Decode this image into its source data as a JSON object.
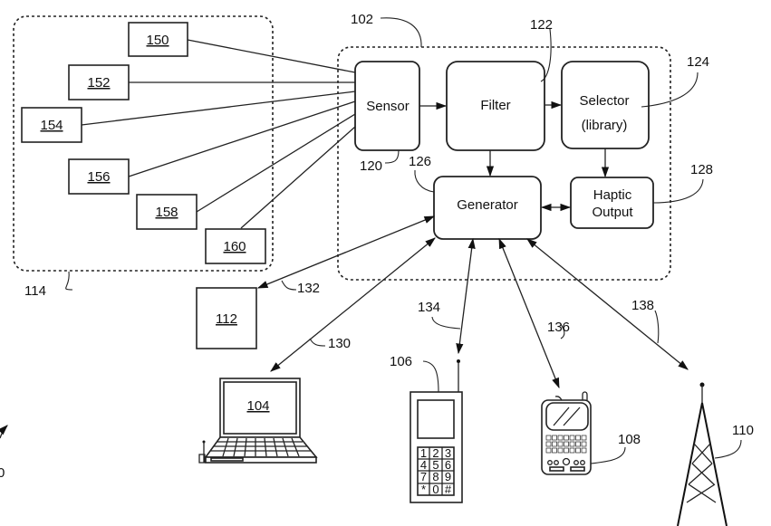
{
  "figure": {
    "type": "patent-system-diagram",
    "system_label": "102",
    "sources_group_label": "114",
    "figure_ref_partial": "0"
  },
  "sources": [
    {
      "id": "150"
    },
    {
      "id": "152"
    },
    {
      "id": "154"
    },
    {
      "id": "156"
    },
    {
      "id": "158"
    },
    {
      "id": "160"
    }
  ],
  "blocks": {
    "sensor": {
      "label": "Sensor",
      "ref": "120"
    },
    "filter": {
      "label": "Filter",
      "ref": "122"
    },
    "selector": {
      "label_line1": "Selector",
      "label_line2": "(library)",
      "ref": "124"
    },
    "generator": {
      "label": "Generator",
      "ref": "126"
    },
    "haptic_output": {
      "label_line1": "Haptic",
      "label_line2": "Output",
      "ref": "128"
    }
  },
  "devices": {
    "device_112": {
      "id": "112",
      "link_ref": "132"
    },
    "laptop": {
      "id": "104",
      "link_ref": "130"
    },
    "phone": {
      "id": "106",
      "link_ref": "134",
      "keys": [
        "1",
        "2",
        "3",
        "4",
        "5",
        "6",
        "7",
        "8",
        "9",
        "*",
        "0",
        "#"
      ]
    },
    "smartphone": {
      "id": "108",
      "link_ref": "136"
    },
    "tower": {
      "id": "110",
      "link_ref": "138"
    }
  }
}
